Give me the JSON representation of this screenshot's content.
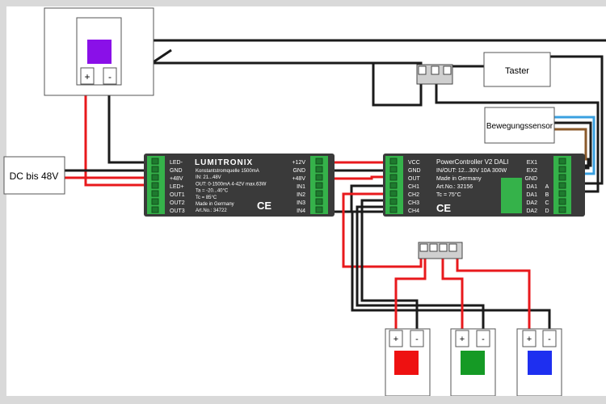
{
  "labels": {
    "dc_source": "DC bis 48V",
    "taster": "Taster",
    "motion_sensor": "Bewegungssensor",
    "plus": "+",
    "minus": "-"
  },
  "driver": {
    "brand": "LUMITRONIX",
    "left_pins": [
      "LED-",
      "GND",
      "+48V",
      "LED+",
      "OUT1",
      "OUT2",
      "OUT3"
    ],
    "right_pins": [
      "+12V",
      "GND",
      "+48V",
      "IN1",
      "IN2",
      "IN3",
      "IN4"
    ],
    "lines": [
      "Konstantstromquelle 1500mA",
      "IN: 21...48V",
      "OUT: 0-1500mA   4-42V   max.63W",
      "Ta = -20...40°C",
      "Tc = 85°C",
      "Made in Germany",
      "Art.No.: 34722"
    ]
  },
  "controller": {
    "title": "PowerController V2 DALI",
    "left_pins": [
      "VCC",
      "GND",
      "OUT",
      "CH1",
      "CH2",
      "CH3",
      "CH4"
    ],
    "right_pins_a": [
      "EX1",
      "EX2",
      "GND",
      "DA1",
      "DA1",
      "DA2",
      "DA2"
    ],
    "right_pins_b": [
      "",
      "",
      "",
      "A",
      "B",
      "C",
      "D"
    ],
    "lines": [
      "IN/OUT: 12...30V   10A   300W",
      "Made in Germany",
      "Art.No.: 32156",
      "Tc = 75°C"
    ]
  },
  "ce_mark": "CE",
  "colors": {
    "wire_red": "#e8191c",
    "wire_black": "#1a1a1a",
    "wire_blue": "#3aa0e0",
    "wire_brown": "#8b5a2b",
    "module_body": "#3a3a3a",
    "terminal_green": "#35b24a",
    "led_purple": "#8a10e8",
    "led_red": "#ee1111",
    "led_green": "#159a25",
    "led_blue": "#1e2ff0"
  }
}
